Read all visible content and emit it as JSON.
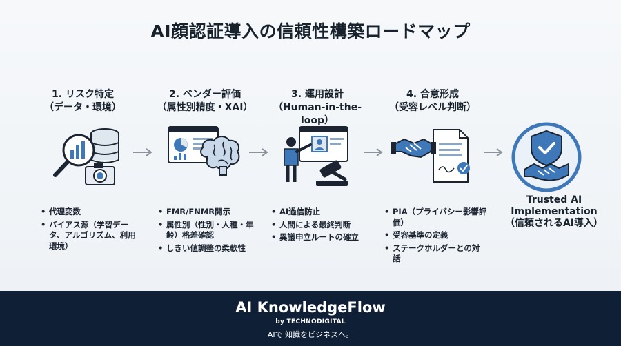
{
  "title": "AI顔認証導入の信頼性構築ロードマップ",
  "steps": [
    {
      "heading": "1. リスク特定",
      "subheading": "（データ・環境）",
      "bullets": [
        "代理変数",
        "バイアス源（学習データ、アルゴリズム、利用環境）"
      ]
    },
    {
      "heading": "2. ベンダー評価",
      "subheading": "（属性別精度・XAI）",
      "bullets": [
        "FMR/FNMR開示",
        "属性別（性別・人種・年齢）格差確認",
        "しきい値調整の柔軟性"
      ]
    },
    {
      "heading": "3. 運用設計",
      "subheading": "（Human-in-the-loop）",
      "bullets": [
        "AI過信防止",
        "人間による最終判断",
        "異議申立ルートの確立"
      ]
    },
    {
      "heading": "4. 合意形成",
      "subheading": "（受容レベル判断）",
      "bullets": [
        "PIA（プライバシー影響評価）",
        "受容基準の定義",
        "ステークホルダーとの対話"
      ]
    }
  ],
  "outcome": {
    "line1": "Trusted AI",
    "line2": "Implementation",
    "line3": "（信頼されるAI導入）"
  },
  "footer": {
    "brand": "AI KnowledgeFlow",
    "byline": "by TECHNODIGITAL",
    "tagline": "AIで 知識をビジネスへ。"
  },
  "colors": {
    "accent": "#3f78b8",
    "dark": "#1b2430",
    "footer_bg": "#0f1f35"
  },
  "icons": [
    "magnifier-database-chart-icon",
    "camera-icon",
    "dashboard-brain-icon",
    "person-screen-gavel-icon",
    "handshake-document-icon",
    "shield-handshake-icon",
    "arrow-right-icon"
  ]
}
